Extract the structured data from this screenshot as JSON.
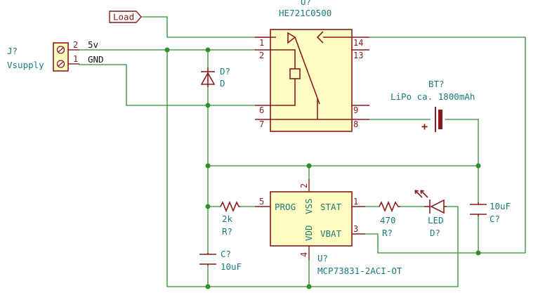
{
  "global_label": {
    "text": "Load"
  },
  "connector": {
    "ref": "J?",
    "value": "Vsupply",
    "pin2_num": "2",
    "pin1_num": "1",
    "pin2_net": "5v",
    "pin1_net": "GND"
  },
  "relay": {
    "ref": "U?",
    "value": "HE721C0500",
    "pins": {
      "p1": "1",
      "p2": "2",
      "p6": "6",
      "p7": "7",
      "p14": "14",
      "p13": "13",
      "p9": "9",
      "p8": "8"
    }
  },
  "diode": {
    "ref": "D?",
    "value": "D"
  },
  "battery": {
    "ref": "BT?",
    "value": "LiPo ca. 1800mAh",
    "plus": "+"
  },
  "charger": {
    "ref": "U?",
    "value": "MCP73831-2ACI-OT",
    "pin_prog": "PROG",
    "pin_vdd": "VDD",
    "pin_vss": "VSS",
    "pin_stat": "STAT",
    "pin_vbat": "VBAT",
    "num_prog": "5",
    "num_vss": "2",
    "num_vdd": "4",
    "num_stat": "1",
    "num_vbat": "3"
  },
  "r_prog": {
    "ref": "R?",
    "value": "2k"
  },
  "r_led": {
    "ref": "R?",
    "value": "470"
  },
  "led": {
    "ref": "D?",
    "value": "LED"
  },
  "c_in": {
    "ref": "C?",
    "value": "10uF"
  },
  "c_out": {
    "ref": "C?",
    "value": "10uF"
  },
  "colors": {
    "wire": "#2f8f2f",
    "component": "#8b1a1a",
    "text": "#1a7a7a",
    "ic_fill": "#fffcc2"
  }
}
